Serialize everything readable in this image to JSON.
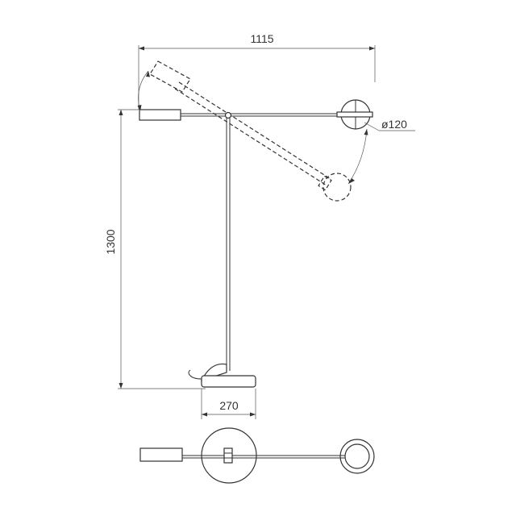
{
  "dimensions": {
    "width_total": "1115",
    "height_total": "1300",
    "shade_diameter": "ø120",
    "base_width": "270"
  },
  "colors": {
    "line": "#333333",
    "background": "#ffffff"
  }
}
